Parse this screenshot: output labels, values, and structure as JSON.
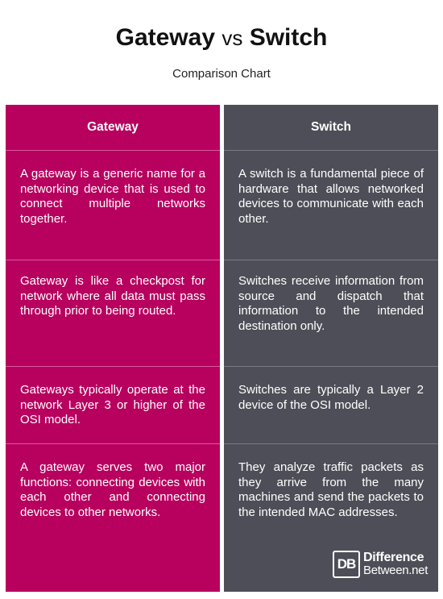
{
  "title": {
    "left": "Gateway",
    "vs": "vs",
    "right": "Switch"
  },
  "subtitle": "Comparison Chart",
  "columns": {
    "left": {
      "header": "Gateway",
      "rows": [
        "A gateway is a generic name for a networking device that is used to connect multiple networks together.",
        "Gateway is like a checkpost for network where all data must pass through prior to being routed.",
        "Gateways typically operate at the network Layer 3 or higher of the OSI model.",
        "A gateway serves two major functions: connecting devices with each other and connecting devices to other networks."
      ]
    },
    "right": {
      "header": "Switch",
      "rows": [
        "A switch is a fundamental piece of hardware that allows networked devices to communicate with each other.",
        "Switches receive information from source and dispatch that information to the intended destination only.",
        "Switches are typically a Layer 2 device of the OSI model.",
        "They analyze traffic packets as they arrive from the many machines and send the packets to the intended MAC addresses."
      ]
    }
  },
  "logo": {
    "mark": "DB",
    "line1": "Difference",
    "line2": "Between.net"
  },
  "colors": {
    "left": "#b8005f",
    "right": "#4e4e58"
  }
}
